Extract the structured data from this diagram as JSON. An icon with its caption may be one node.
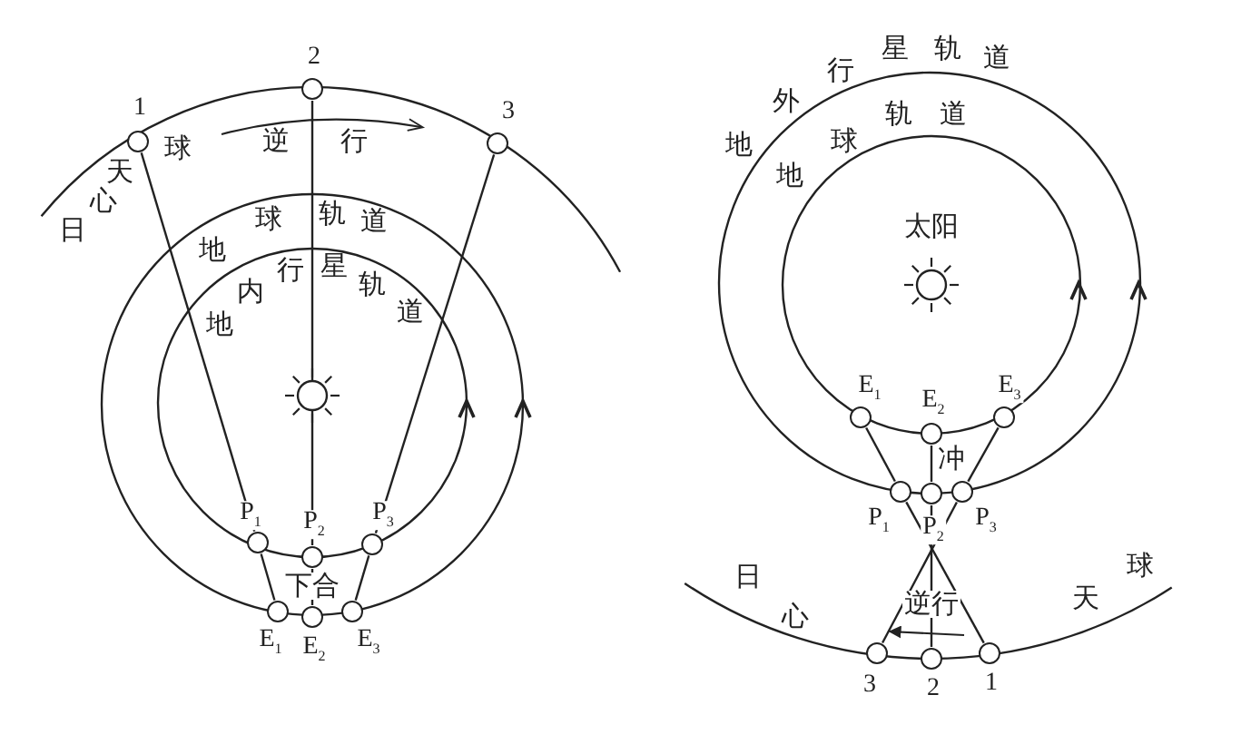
{
  "diagram": {
    "nodes": [
      {
        "text": [
          "1"
        ]
      },
      {
        "text": [
          "2"
        ]
      },
      {
        "text": [
          "3"
        ]
      },
      {
        "text": [
          "P$_{1}$"
        ]
      },
      {
        "text": [
          "P$_{2}$"
        ]
      },
      {
        "text": [
          "P$_{3}$"
        ]
      },
      {
        "text": [
          "E$_{1}$"
        ]
      },
      {
        "text": [
          "E$_{2}$"
        ]
      },
      {
        "text": [
          "E$_{3}$"
        ]
      },
      {
        "text": [
          "E$_{1}$"
        ]
      },
      {
        "text": [
          "E$_{2}$"
        ]
      },
      {
        "text": [
          "E$_{3}$"
        ]
      },
      {
        "text": [
          "P$_{1}$"
        ]
      },
      {
        "text": [
          "P$_{2}$"
        ]
      },
      {
        "text": [
          "P$_{3}$"
        ]
      },
      {
        "text": [
          "3"
        ]
      },
      {
        "text": [
          "2"
        ]
      },
      {
        "text": [
          "1"
        ]
      }
    ],
    "edges": [
      {
        "from": 6,
        "to": 3,
        "arrow": "none"
      },
      {
        "from": 3,
        "to": 0,
        "arrow": "none"
      },
      {
        "from": 7,
        "to": 4,
        "arrow": "none"
      },
      {
        "from": 4,
        "to": 1,
        "arrow": "none"
      },
      {
        "from": 8,
        "to": 5,
        "arrow": "none"
      },
      {
        "from": 5,
        "to": 2,
        "arrow": "none"
      },
      {
        "from": 9,
        "to": 12,
        "arrow": "none"
      },
      {
        "from": 12,
        "to": 17,
        "arrow": "none"
      },
      {
        "from": 10,
        "to": 13,
        "arrow": "none"
      },
      {
        "from": 13,
        "to": 16,
        "arrow": "none"
      },
      {
        "from": 11,
        "to": 14,
        "arrow": "none"
      },
      {
        "from": 14,
        "to": 15,
        "arrow": "none"
      }
    ],
    "labels": [
      "日",
      "心",
      "天",
      "球",
      "逆",
      "行",
      "地",
      "球",
      "轨",
      "道",
      "地",
      "内",
      "行",
      "星",
      "轨",
      "道",
      "下合",
      "地",
      "外",
      "行",
      "星",
      "轨",
      "道",
      "地",
      "球",
      "轨",
      "道",
      "太阳",
      "冲",
      "日",
      "心",
      "逆行",
      "天",
      "球"
    ]
  }
}
